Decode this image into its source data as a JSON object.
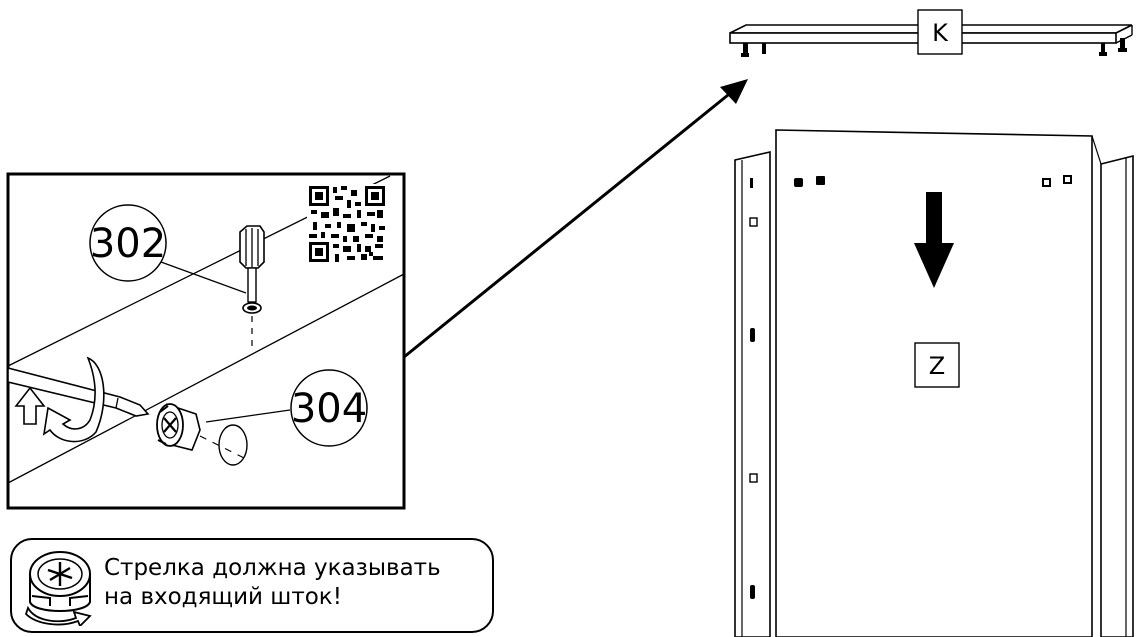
{
  "callouts": {
    "screw_part": "302",
    "cam_part": "304"
  },
  "parts": {
    "top_panel": "K",
    "back_panel": "Z"
  },
  "note": {
    "line1": "Стрелка должна указывать",
    "line2": "на входящий шток!"
  },
  "icons": {
    "qr": "qr-code-icon",
    "screwdriver": "screwdriver-icon",
    "rotation": "rotation-arrow-icon",
    "cam": "cam-lock-icon",
    "down_arrow": "down-arrow-icon",
    "leader_arrow": "leader-arrow-icon"
  }
}
